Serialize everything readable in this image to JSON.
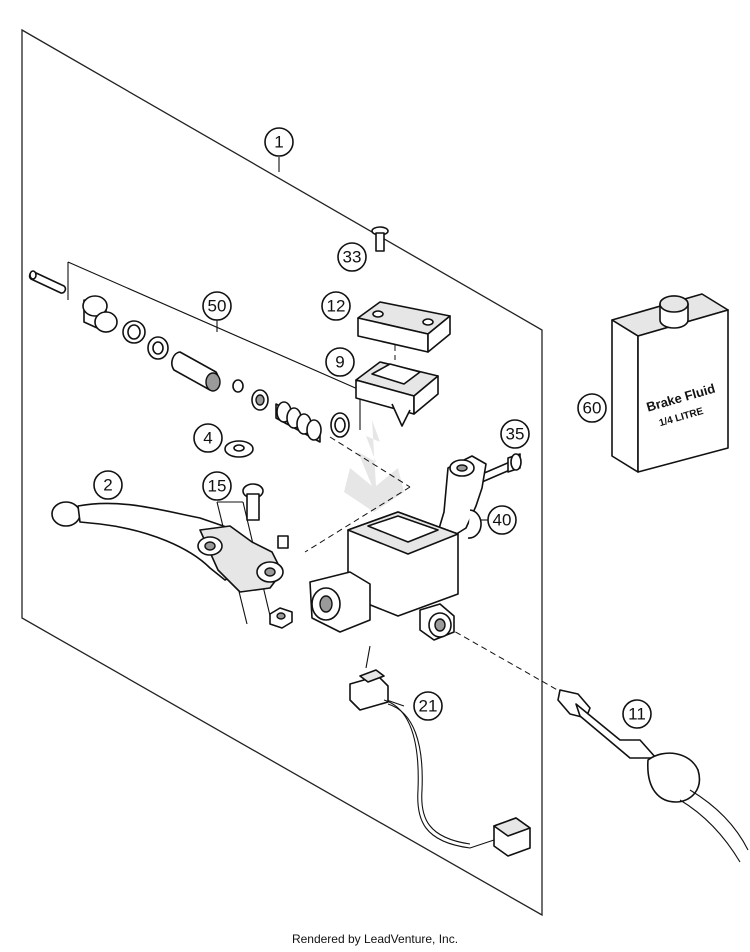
{
  "callouts": [
    {
      "id": "1",
      "label": "1"
    },
    {
      "id": "2",
      "label": "2"
    },
    {
      "id": "4",
      "label": "4"
    },
    {
      "id": "9",
      "label": "9"
    },
    {
      "id": "11",
      "label": "11"
    },
    {
      "id": "12",
      "label": "12"
    },
    {
      "id": "15",
      "label": "15"
    },
    {
      "id": "21",
      "label": "21"
    },
    {
      "id": "33",
      "label": "33"
    },
    {
      "id": "35",
      "label": "35"
    },
    {
      "id": "40",
      "label": "40"
    },
    {
      "id": "50",
      "label": "50"
    },
    {
      "id": "60",
      "label": "60"
    }
  ],
  "brake_fluid_can": {
    "line1": "Brake Fluid",
    "line2": "1/4 LITRE"
  },
  "footer": {
    "text": "Rendered by LeadVenture, Inc."
  }
}
